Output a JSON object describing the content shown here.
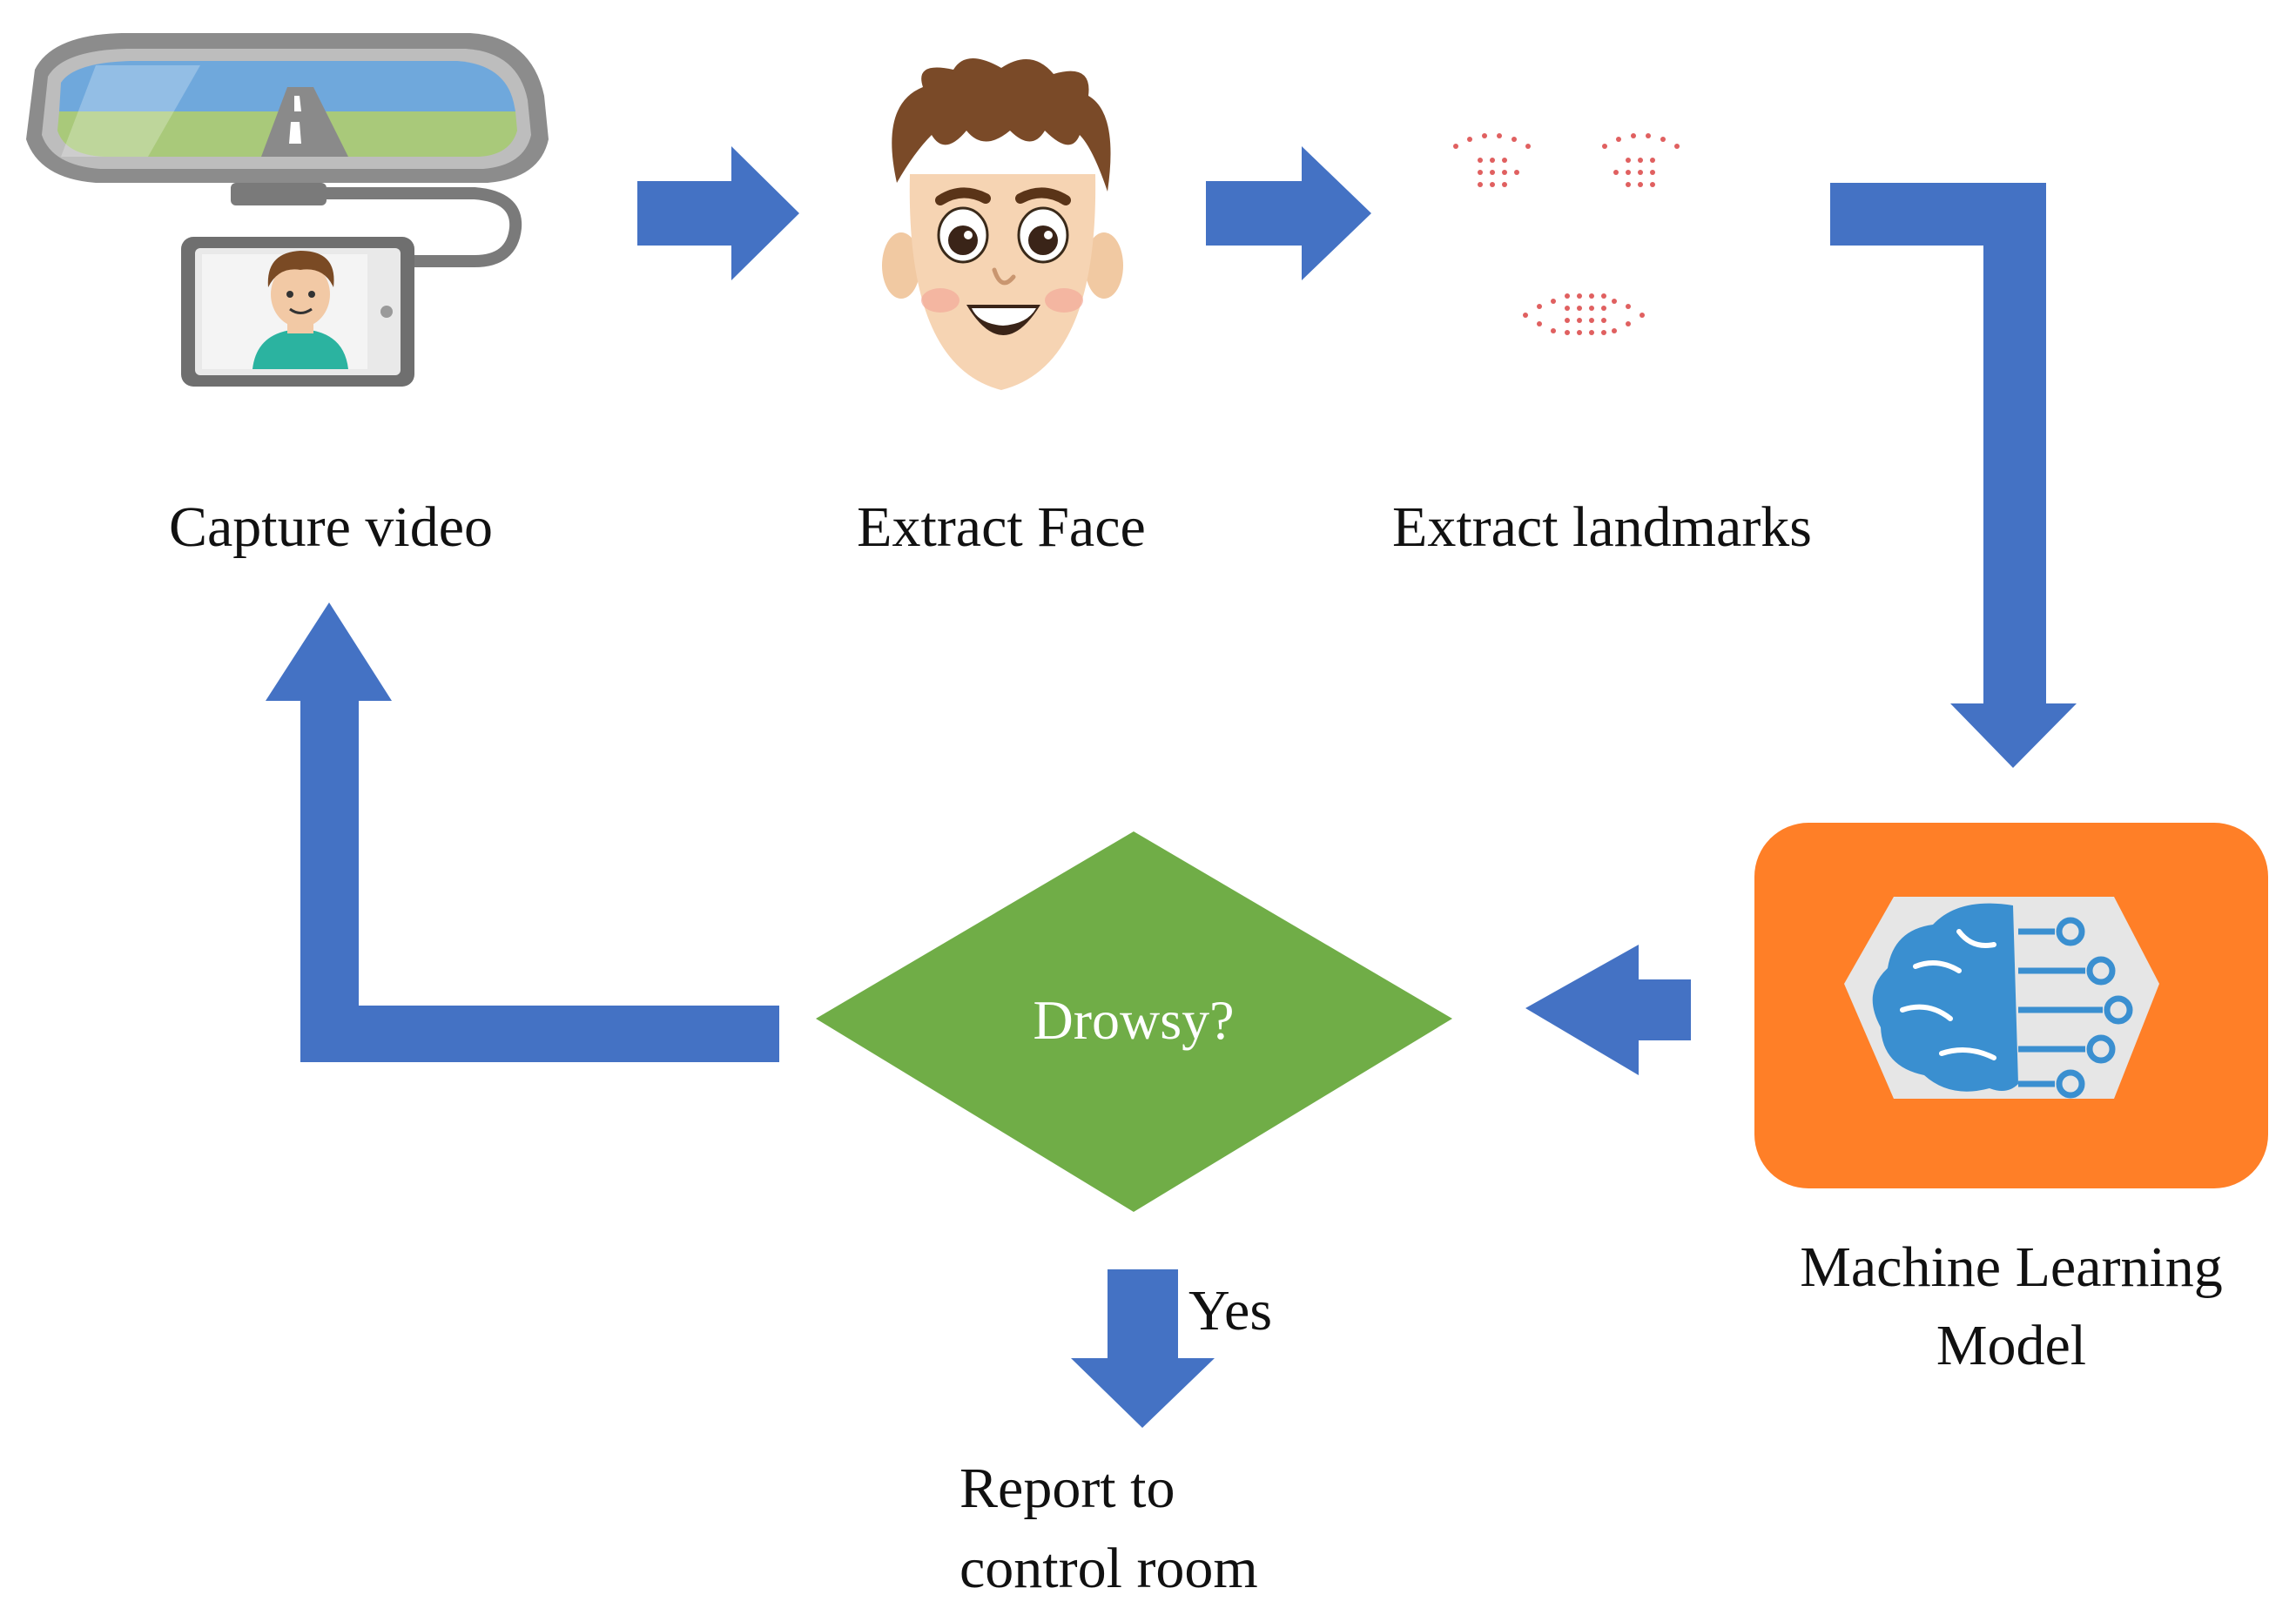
{
  "colors": {
    "arrow": "#4472C4",
    "decision": "#70AD47",
    "model_box": "#FF7F27",
    "brain": "#3A8FD0",
    "landmarks": "#E06060"
  },
  "steps": {
    "capture": {
      "label": "Capture video",
      "icon": "rearview-mirror-camera-icon"
    },
    "extract_face": {
      "label": "Extract Face",
      "icon": "cartoon-face-icon"
    },
    "extract_landmarks": {
      "label": "Extract landmarks",
      "icon": "facial-landmarks-icon"
    },
    "model": {
      "label_line1": "Machine Learning",
      "label_line2": "Model",
      "icon": "ai-brain-icon"
    },
    "decision": {
      "label": "Drowsy?"
    },
    "yes_branch": {
      "label": "Yes"
    },
    "report": {
      "label_line1": "Report to",
      "label_line2": "control room"
    }
  }
}
